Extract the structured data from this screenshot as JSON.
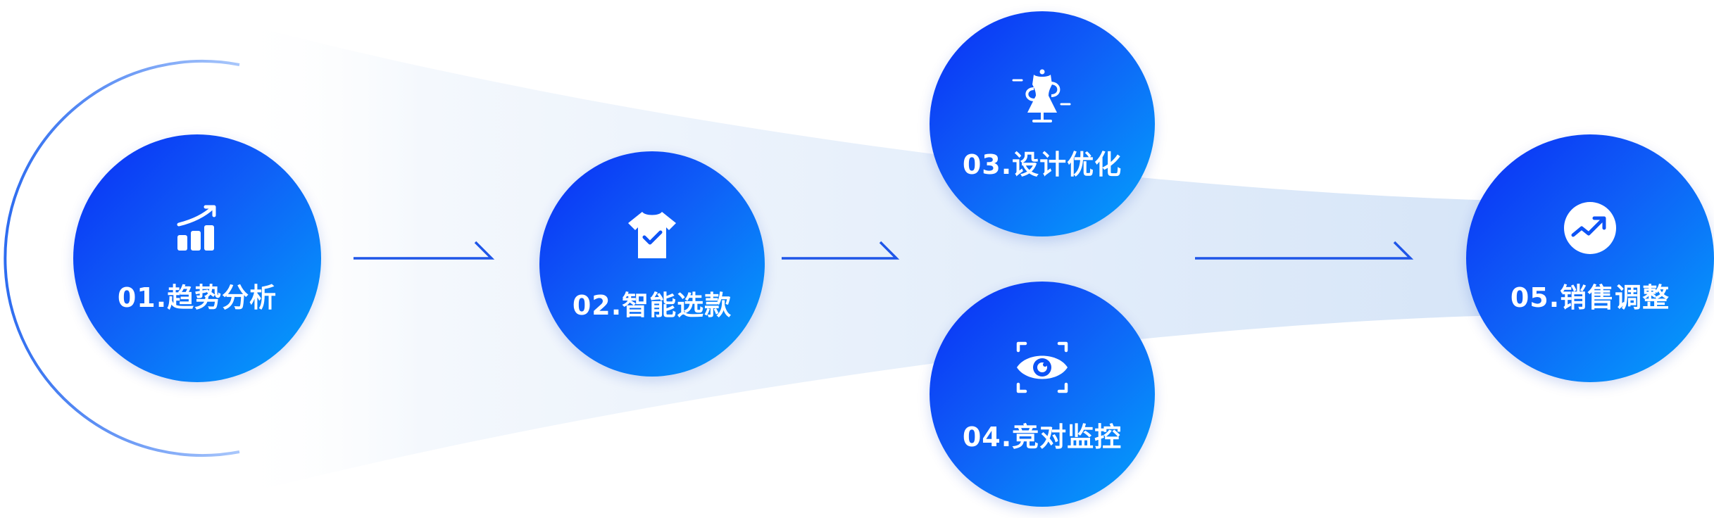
{
  "colors": {
    "node_gradient_start": "#0a2df5",
    "node_gradient_end": "#03a3fc",
    "arrow": "#1f56e8",
    "funnel": "#d6e5f8",
    "outer_ring": "#3a78f2"
  },
  "steps": [
    {
      "label": "01.趋势分析",
      "icon": "rising-bar-chart-icon"
    },
    {
      "label": "02.智能选款",
      "icon": "t-shirt-check-icon"
    },
    {
      "label": "03.设计优化",
      "icon": "dress-mannequin-icon"
    },
    {
      "label": "04.竞对监控",
      "icon": "eye-scan-icon"
    },
    {
      "label": "05.销售调整",
      "icon": "trend-up-circle-icon"
    }
  ]
}
